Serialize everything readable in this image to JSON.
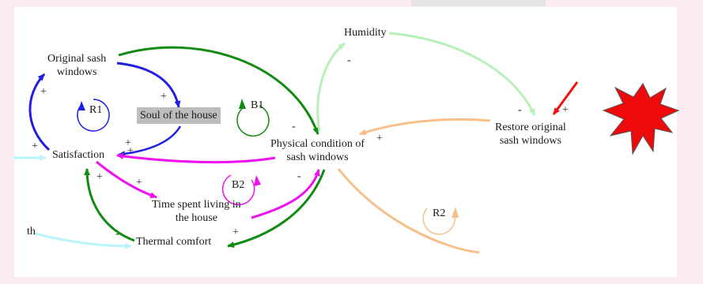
{
  "nodes": {
    "original_sash": "Original sash windows",
    "original_sash_l1": "Original sash",
    "original_sash_l2": "windows",
    "soul": "Soul of the house",
    "satisfaction": "Satisfaction",
    "physical_l1": "Physical condition of",
    "physical_l2": "sash windows",
    "humidity": "Humidity",
    "restore_l1": "Restore original",
    "restore_l2": "sash windows",
    "time_l1": "Time spent living in",
    "time_l2": "the house",
    "thermal": "Thermal comfort",
    "cut_left": "th"
  },
  "loops": {
    "r1": "R1",
    "b1": "B1",
    "b2": "B2",
    "r2": "R2"
  },
  "signs": {
    "plus": "+",
    "minus": "-"
  },
  "colors": {
    "blue": "#1f1fe0",
    "green": "#138a13",
    "light_green": "#b9f0b9",
    "magenta": "#ee10ee",
    "peach": "#f7c08a",
    "red": "#ee1111",
    "cyan": "#b8f4f8",
    "background": "#fcecf1"
  },
  "decoration": "explosion-star-icon"
}
